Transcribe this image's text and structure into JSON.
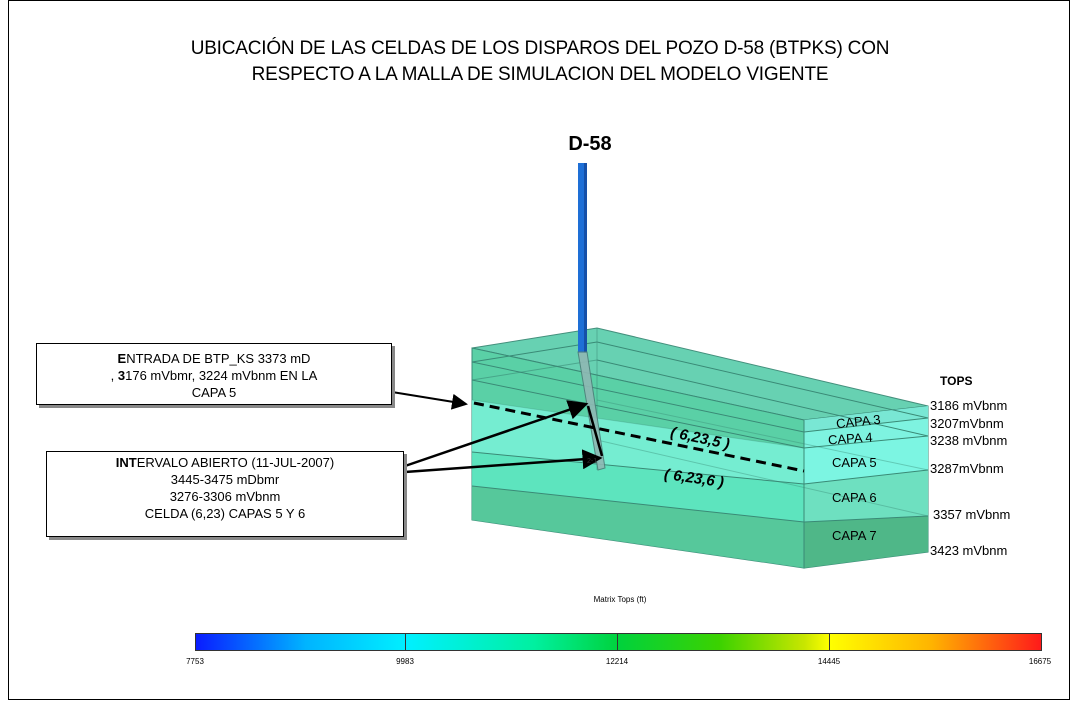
{
  "title_line1": "UBICACIÓN DE LAS CELDAS DE LOS DISPAROS DEL POZO D-58 (BTPKS) CON",
  "title_line2": "RESPECTO A LA MALLA DE SIMULACION DEL MODELO VIGENTE",
  "well_name": "D-58",
  "callout_entry": {
    "line1_bold": "E",
    "line1_rest": "NTRADA DE BTP_KS 3373 mD",
    "line2_pre": ", ",
    "line2_bold": "3",
    "line2_rest": "176 mVbmr, 3224 mVbnm EN LA",
    "line3": "CAPA 5"
  },
  "callout_interval": {
    "line1_bold": "INT",
    "line1_rest": "ERVALO ABIERTO (11-JUL-2007)",
    "line2": "3445-3475 mDbmr",
    "line3": "3276-3306 mVbnm",
    "line4": "CELDA (6,23) CAPAS 5 Y 6"
  },
  "tops_header": "TOPS",
  "tops": [
    "3186 mVbnm",
    "3207mVbnm",
    "3238 mVbnm",
    "3287mVbnm",
    "3357 mVbnm",
    "3423 mVbnm"
  ],
  "layers": [
    "CAPA 3",
    "CAPA 4",
    "CAPA 5",
    "CAPA 6",
    "CAPA 7"
  ],
  "cells": [
    "( 6,23,5 )",
    "( 6,23,6 )"
  ],
  "cell_marker": "2-1",
  "colorbar": {
    "title": "Matrix Tops (ft)",
    "labels": [
      "7753",
      "9983",
      "12214",
      "14445",
      "16675"
    ]
  },
  "colors": {
    "well": "#1e6fd6",
    "block_front": "#5fd6b4",
    "block_top": "#5fcfae",
    "block_side": "#6ee8d6"
  }
}
